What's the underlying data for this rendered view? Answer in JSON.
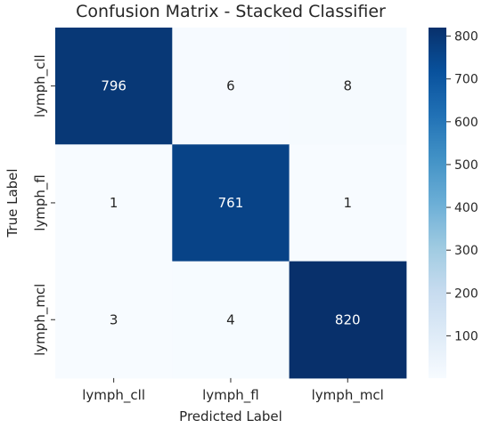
{
  "chart_data": {
    "type": "heatmap",
    "title": "Confusion Matrix - Stacked Classifier",
    "xlabel": "Predicted Label",
    "ylabel": "True Label",
    "x_categories": [
      "lymph_cll",
      "lymph_fl",
      "lymph_mcl"
    ],
    "y_categories": [
      "lymph_cll",
      "lymph_fl",
      "lymph_mcl"
    ],
    "values": [
      [
        796,
        6,
        8
      ],
      [
        1,
        761,
        1
      ],
      [
        3,
        4,
        820
      ]
    ],
    "colormap": "Blues",
    "colorbar": {
      "range": [
        1,
        820
      ],
      "ticks": [
        100,
        200,
        300,
        400,
        500,
        600,
        700,
        800
      ]
    },
    "grid": false,
    "legend": "colorbar-right"
  }
}
